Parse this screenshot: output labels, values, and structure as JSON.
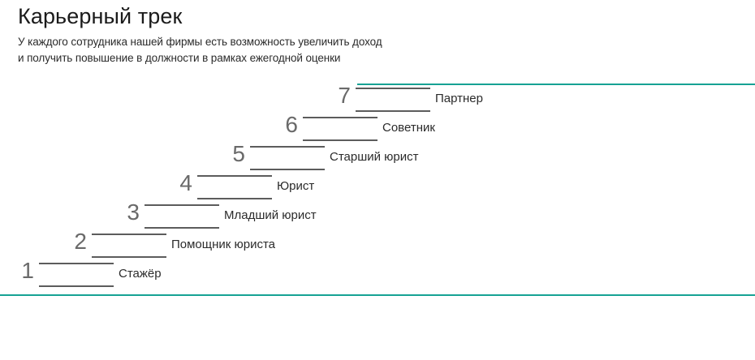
{
  "header": {
    "title": "Карьерный трек",
    "subtitle_lines": [
      "У каждого сотрудника нашей фирмы есть возможность увеличить доход",
      "и получить повышение в должности в рамках ежегодной оценки"
    ]
  },
  "colors": {
    "accent": "#16a294",
    "step_line": "#5c5c5c",
    "step_number": "#6a6a6a",
    "label_text": "#2b2b2b",
    "title_text": "#1b1b1b",
    "background": "#ffffff"
  },
  "chart_data": {
    "type": "bar",
    "title": "Карьерный трек",
    "xlabel": "",
    "ylabel": "",
    "categories": [
      "Стажёр",
      "Помощник юриста",
      "Младший юрист",
      "Юрист",
      "Старший юрист",
      "Советник",
      "Партнер"
    ],
    "values": [
      1,
      2,
      3,
      4,
      5,
      6,
      7
    ],
    "ylim": [
      0,
      7
    ],
    "grid": false,
    "legend": "none"
  },
  "staircase": {
    "steps": [
      {
        "number": "1",
        "label": "Стажёр"
      },
      {
        "number": "2",
        "label": "Помощник юриста"
      },
      {
        "number": "3",
        "label": "Младший юрист"
      },
      {
        "number": "4",
        "label": "Юрист"
      },
      {
        "number": "5",
        "label": "Старший юрист"
      },
      {
        "number": "6",
        "label": "Советник"
      },
      {
        "number": "7",
        "label": "Партнер"
      }
    ]
  }
}
